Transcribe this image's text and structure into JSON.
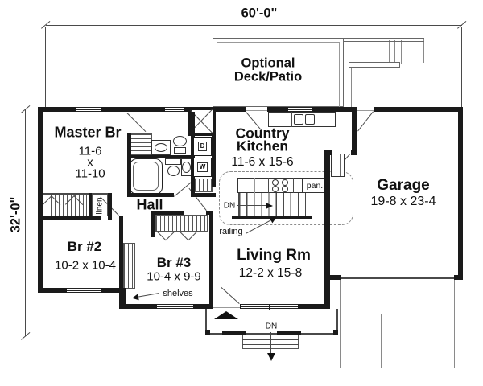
{
  "drawing": {
    "type": "house floor plan",
    "overall_width_label": "60'-0\"",
    "overall_depth_label": "32'-0\""
  },
  "rooms": {
    "deck": {
      "line1": "Optional",
      "line2": "Deck/Patio"
    },
    "master_br": {
      "name": "Master Br",
      "dim_w": "11-6",
      "dim_sep": "x",
      "dim_h": "11-10"
    },
    "country_kitchen": {
      "line1": "Country",
      "line2": "Kitchen",
      "dims": "11-6 x 15-6"
    },
    "garage": {
      "name": "Garage",
      "dims": "19-8 x 23-4"
    },
    "hall": {
      "name": "Hall"
    },
    "br2": {
      "name": "Br #2",
      "dims": "10-2 x 10-4"
    },
    "br3": {
      "name": "Br #3",
      "dims": "10-4 x 9-9"
    },
    "living_rm": {
      "name": "Living Rm",
      "dims": "12-2 x 15-8"
    }
  },
  "annotations": {
    "railing": "railing",
    "shelves": "shelves",
    "linen": "linen",
    "pantry": "pan.",
    "stairs_down": "DN",
    "porch_down": "DN",
    "dryer": "D",
    "washer": "W"
  },
  "colors": {
    "wall": "#1a1a1a",
    "thin_line": "#4a4a4a",
    "dashed_line": "#8a8a8a",
    "background": "#ffffff",
    "text": "#111111"
  }
}
